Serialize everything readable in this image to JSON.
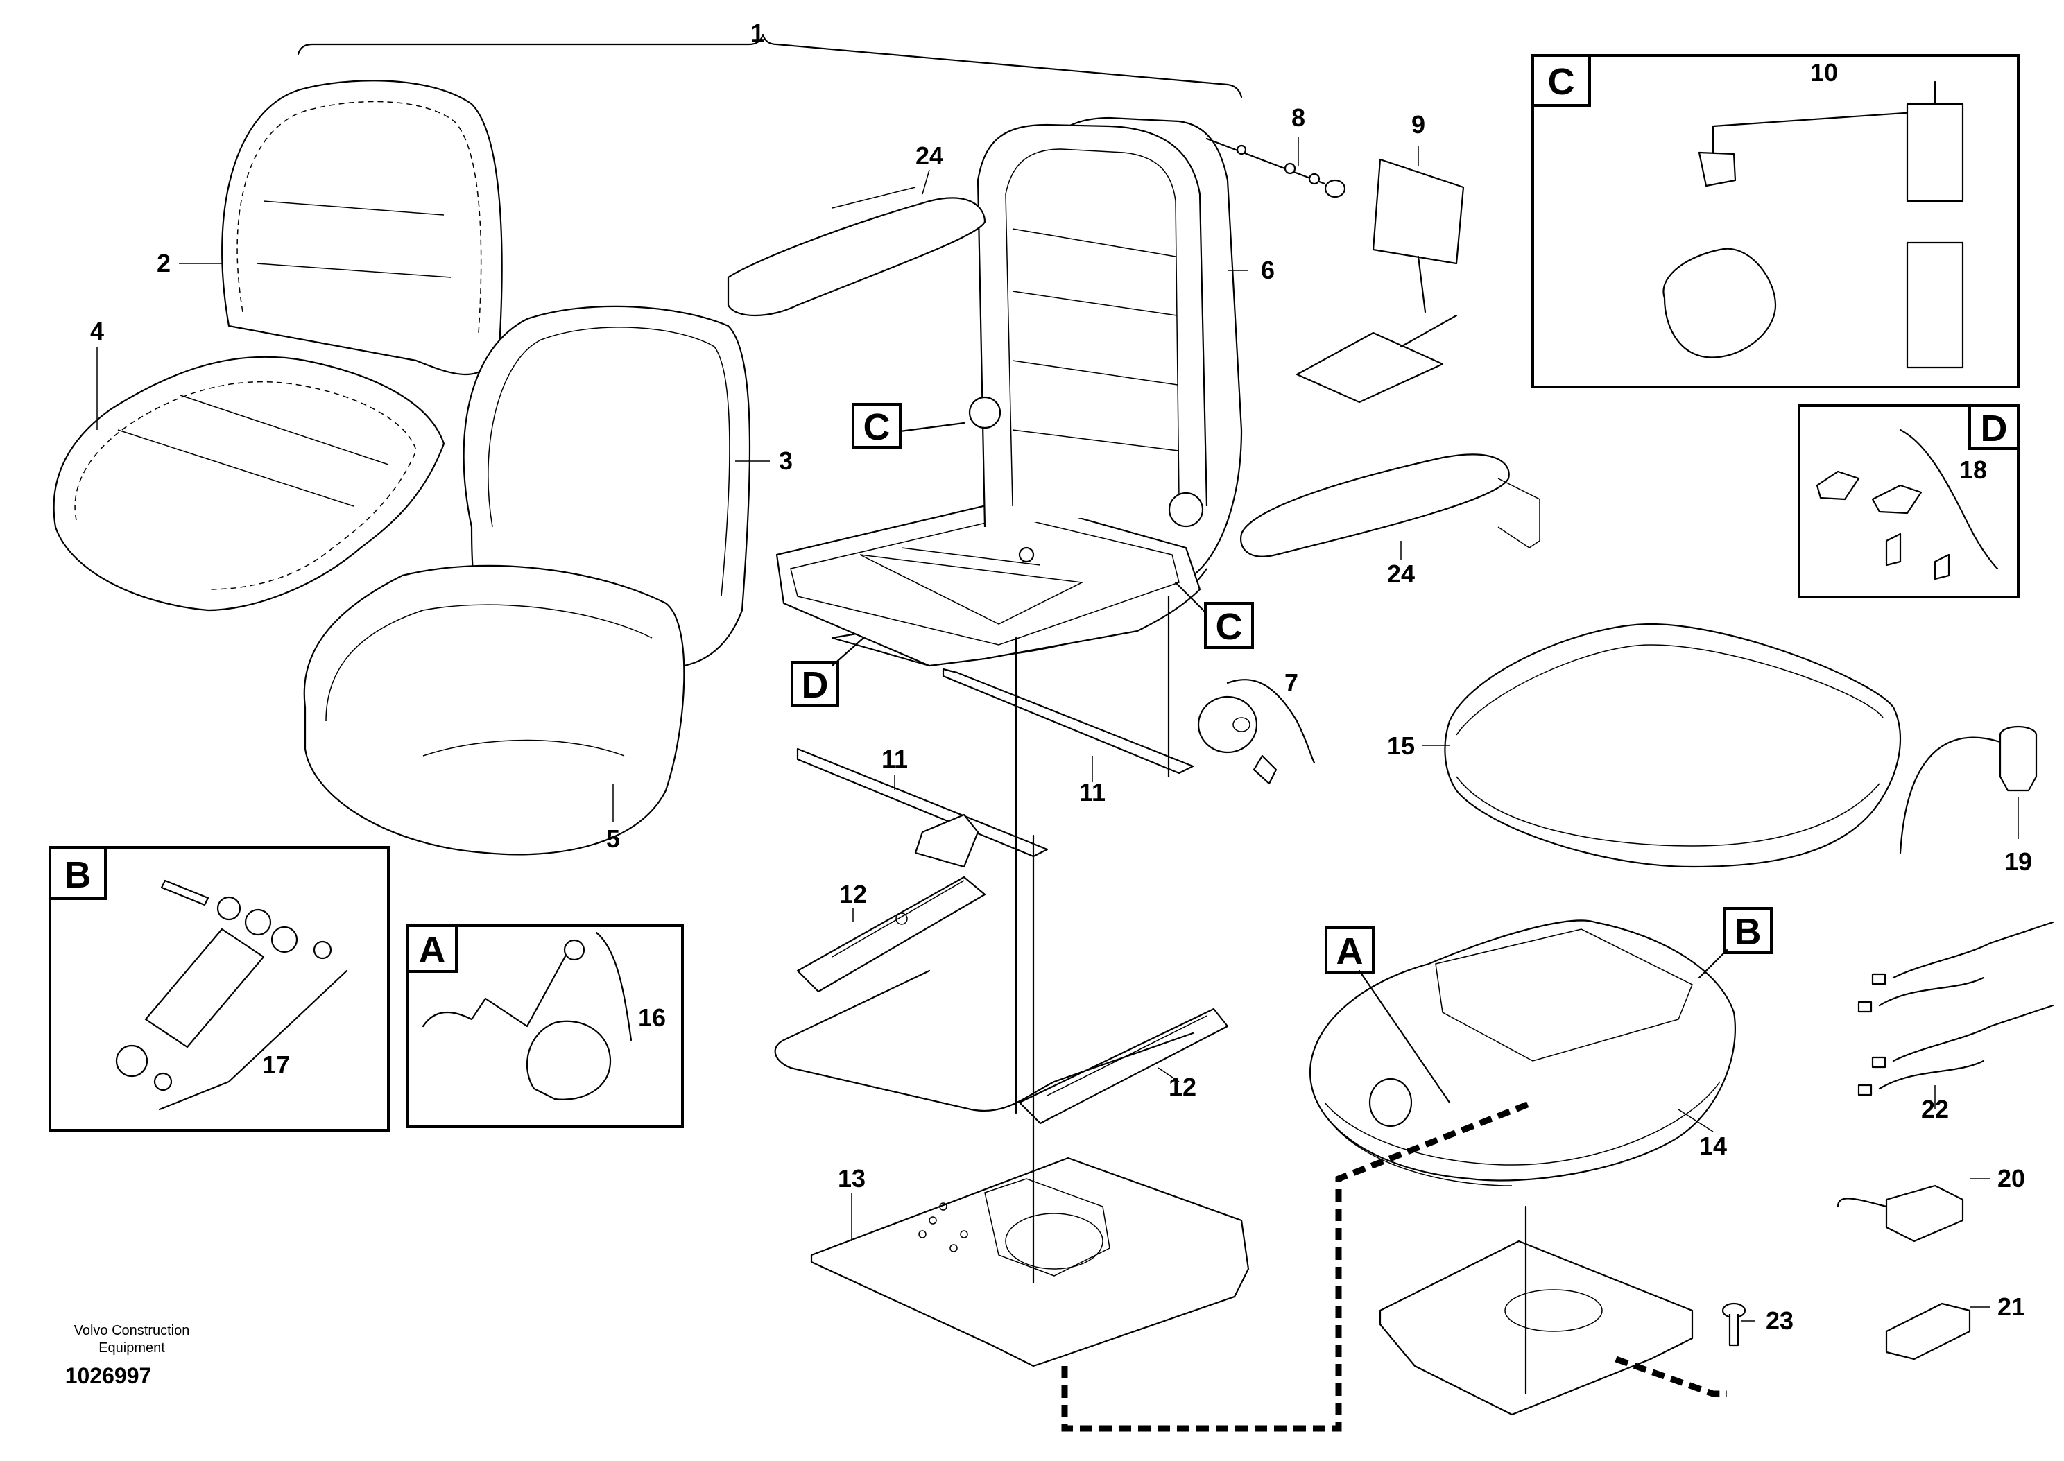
{
  "labels": {
    "l1": "1",
    "l2": "2",
    "l3": "3",
    "l4": "4",
    "l5": "5",
    "l6": "6",
    "l7": "7",
    "l8": "8",
    "l9": "9",
    "l10": "10",
    "l11a": "11",
    "l11b": "11",
    "l12a": "12",
    "l12b": "12",
    "l13": "13",
    "l14": "14",
    "l15": "15",
    "l16": "16",
    "l17": "17",
    "l18": "18",
    "l19": "19",
    "l20": "20",
    "l21": "21",
    "l22": "22",
    "l23": "23",
    "l24a": "24",
    "l24b": "24"
  },
  "callouts": {
    "c_main_upper": "C",
    "c_main_lower": "C",
    "d_main": "D",
    "a_main": "A",
    "b_main": "B",
    "detail_b": "B",
    "detail_a": "A",
    "detail_c": "C",
    "detail_d": "D"
  },
  "credit": {
    "line1": "Volvo Construction",
    "line2": "Equipment"
  },
  "document_number": "1026997"
}
